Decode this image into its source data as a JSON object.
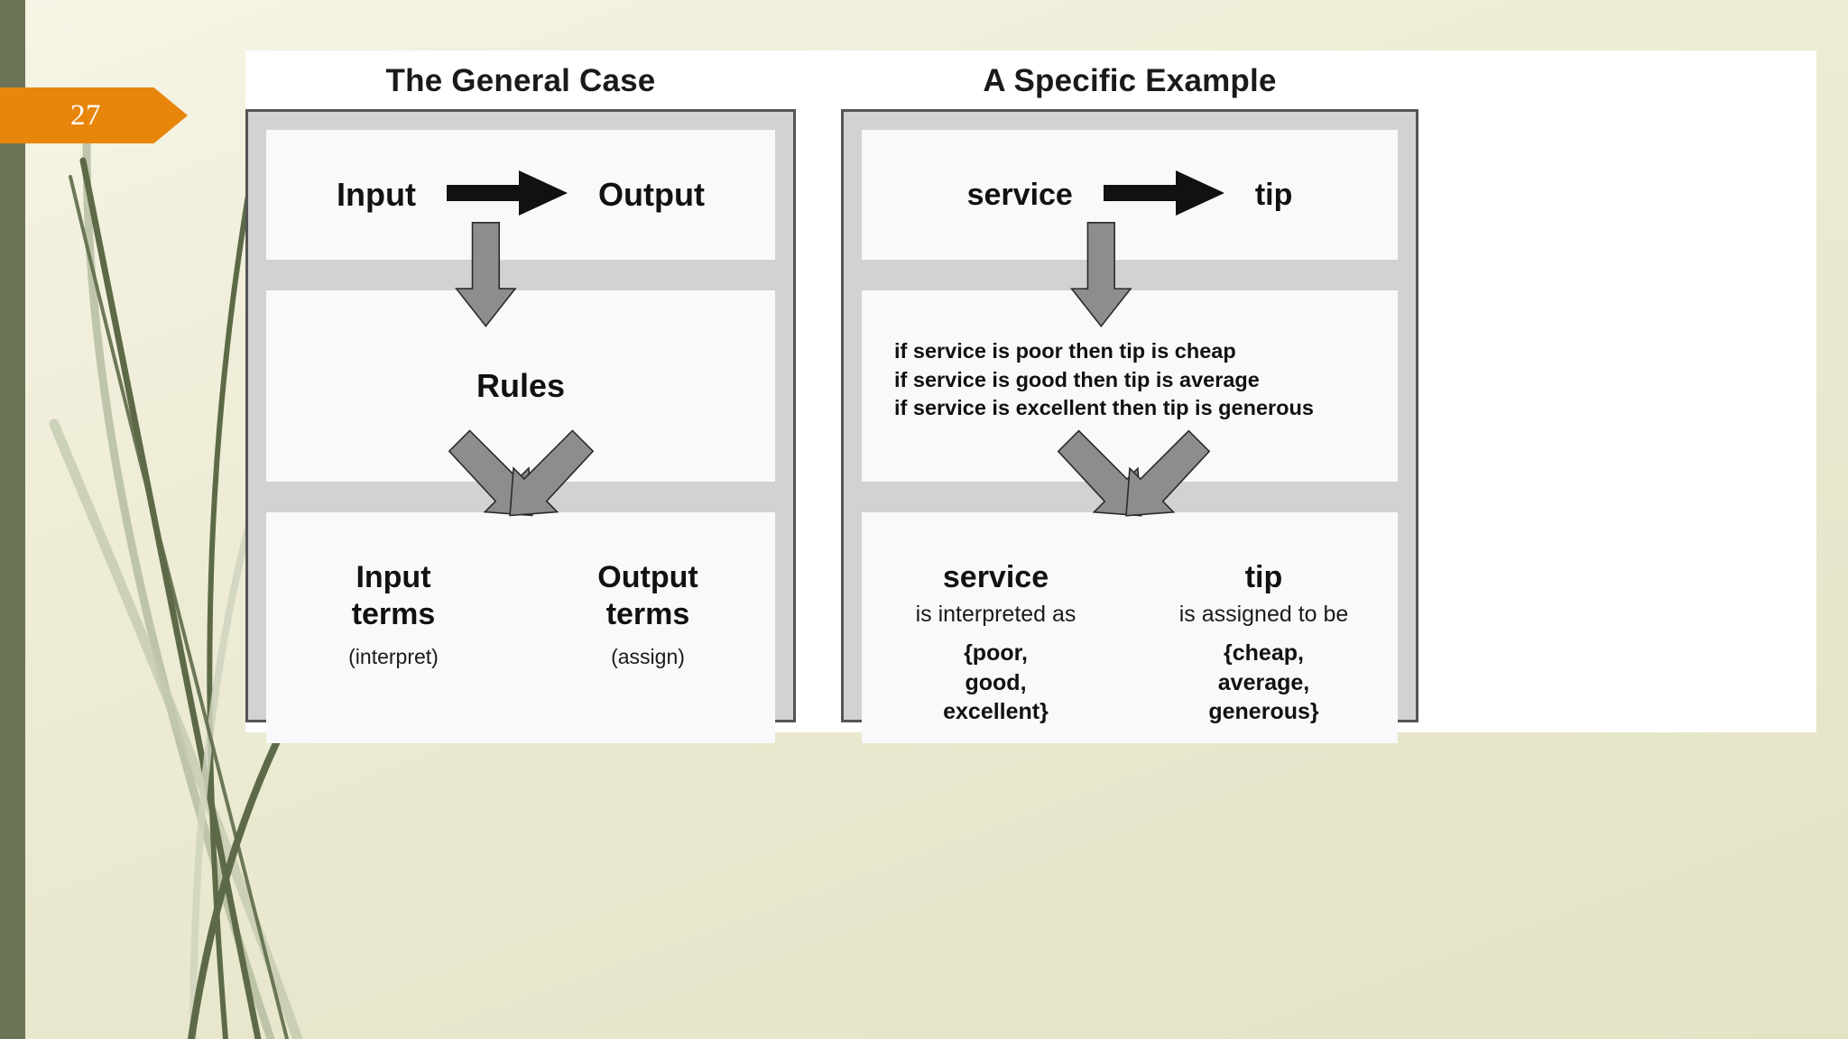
{
  "slide": {
    "number": "27",
    "accent_orange": "#e8860c",
    "stripe_green": "#6b7556",
    "background": "#eeecd6"
  },
  "columns": [
    {
      "id": "general",
      "title": "The General Case",
      "flow": {
        "input": "Input",
        "output": "Output",
        "arrow": "right-block-arrow-icon"
      },
      "middle": {
        "heading": "Rules",
        "rules": []
      },
      "terms": [
        {
          "heading_line1": "Input",
          "heading_line2": "terms",
          "note": "(interpret)"
        },
        {
          "heading_line1": "Output",
          "heading_line2": "terms",
          "note": "(assign)"
        }
      ]
    },
    {
      "id": "specific",
      "title": "A Specific Example",
      "flow": {
        "input": "service",
        "output": "tip",
        "arrow": "right-block-arrow-icon"
      },
      "middle": {
        "heading": "",
        "rules": [
          "if service is poor then tip is cheap",
          "if service is good then tip is average",
          "if service is excellent then tip is generous"
        ]
      },
      "terms": [
        {
          "heading_line1": "service",
          "subtitle": "is interpreted as",
          "set_line1": "{poor,",
          "set_line2": "good,",
          "set_line3": "excellent}"
        },
        {
          "heading_line1": "tip",
          "subtitle": "is assigned to be",
          "set_line1": "{cheap,",
          "set_line2": "average,",
          "set_line3": "generous}"
        }
      ]
    }
  ],
  "icons": {
    "down_arrow": "down-block-arrow-icon",
    "diag_left": "diagonal-down-left-arrow-icon",
    "diag_right": "diagonal-down-right-arrow-icon"
  }
}
